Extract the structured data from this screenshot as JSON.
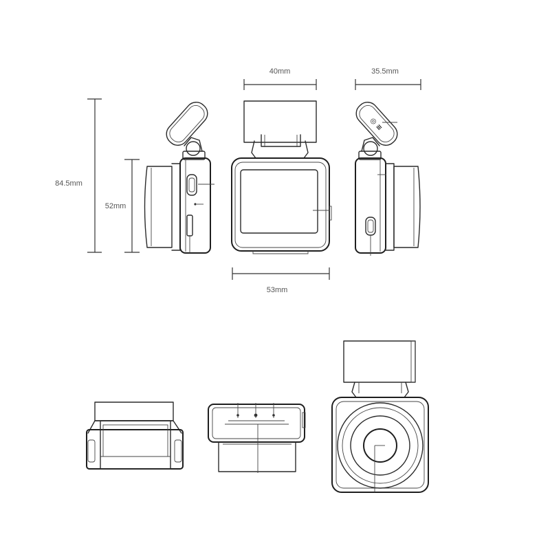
{
  "dimensions": {
    "width_front": "40mm",
    "depth_side": "35.5mm",
    "total_height": "84.5mm",
    "body_height": "52mm",
    "body_width": "53mm"
  },
  "views": [
    "left-side-view",
    "front-screen-view",
    "right-side-view",
    "bottom-view-mount",
    "top-view-buttons",
    "rear-lens-view"
  ]
}
